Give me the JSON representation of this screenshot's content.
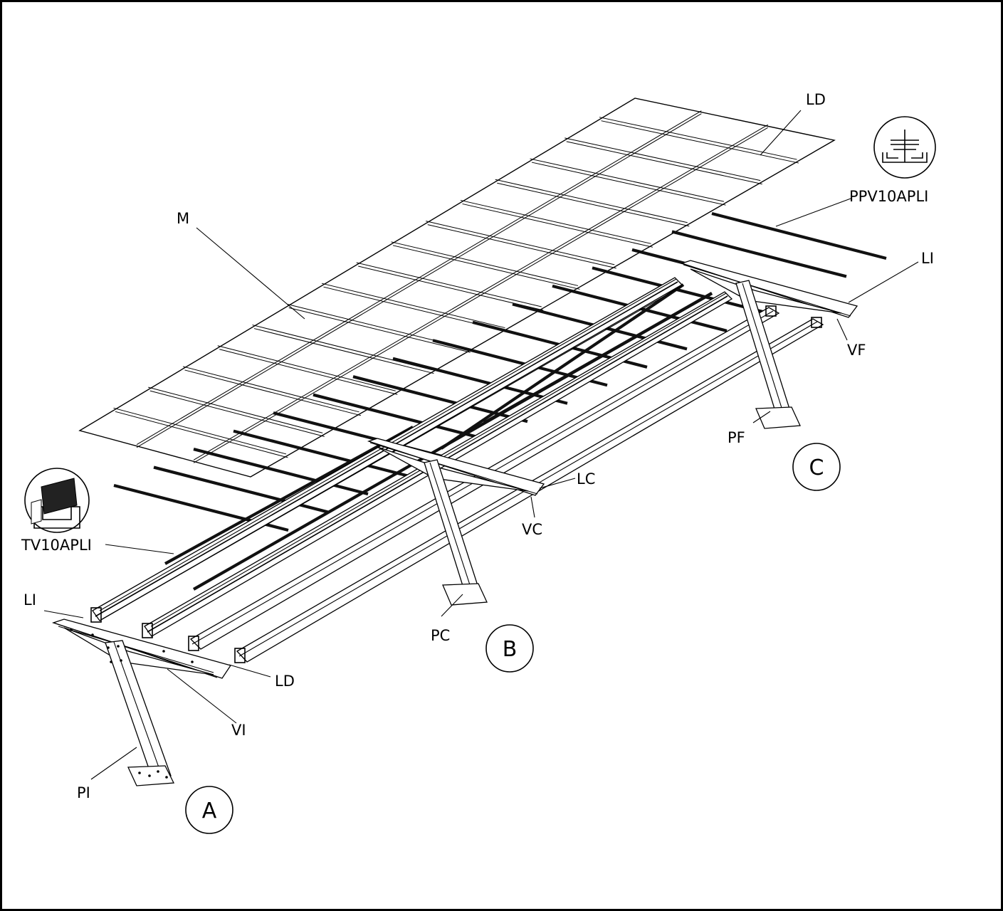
{
  "labels": {
    "LD_top": "LD",
    "M": "M",
    "PPV10APLI": "PPV10APLI",
    "LI_right": "LI",
    "VF": "VF",
    "PF": "PF",
    "LC": "LC",
    "VC": "VC",
    "TV10APLI": "TV10APLI",
    "LI_left": "LI",
    "PC": "PC",
    "LD_bottom": "LD",
    "VI": "VI",
    "PI": "PI"
  },
  "supports": {
    "A": "A",
    "B": "B",
    "C": "C"
  },
  "icons": {
    "clamp_detail": "clamp-detail-icon",
    "profile_detail": "profile-detail-icon"
  },
  "colors": {
    "line": "#000000",
    "background": "#ffffff"
  }
}
